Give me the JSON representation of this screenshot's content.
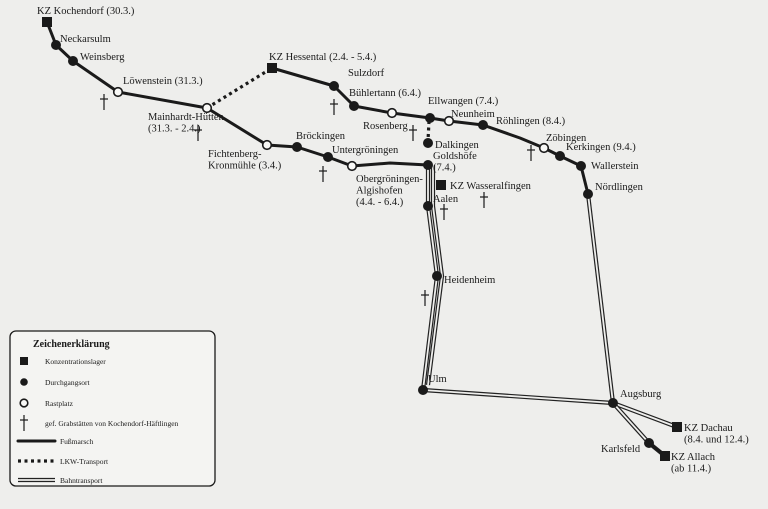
{
  "places": [
    {
      "id": "kochendorf",
      "type": "camp",
      "label": "KZ Kochendorf (30.3.)"
    },
    {
      "id": "neckarsulm",
      "type": "transit",
      "label": "Neckarsulm"
    },
    {
      "id": "weinsberg",
      "type": "transit",
      "label": "Weinsberg"
    },
    {
      "id": "loewenstein",
      "type": "rest",
      "label": "Löwenstein (31.3.)"
    },
    {
      "id": "mainhardt",
      "type": "rest",
      "label": [
        "Mainhardt-Hütten",
        "(31.3. - 2.4.)"
      ]
    },
    {
      "id": "hessental",
      "type": "camp",
      "label": "KZ Hessental (2.4. - 5.4.)"
    },
    {
      "id": "sulzdorf",
      "type": "transit",
      "label": "Sulzdorf"
    },
    {
      "id": "buehlertann",
      "type": "transit",
      "label": "Bühlertann (6.4.)"
    },
    {
      "id": "rosenberg",
      "type": "rest",
      "label": "Rosenberg"
    },
    {
      "id": "dalkingen",
      "type": "transit",
      "label": "Dalkingen"
    },
    {
      "id": "ellwangen",
      "type": "transit",
      "label": "Ellwangen (7.4.)"
    },
    {
      "id": "neunheim",
      "type": "rest",
      "label": "Neunheim"
    },
    {
      "id": "roehlingen",
      "type": "transit",
      "label": "Röhlingen (8.4.)"
    },
    {
      "id": "zoebingen",
      "type": "rest",
      "label": "Zöbingen"
    },
    {
      "id": "kerkingen",
      "type": "transit",
      "label": "Kerkingen (9.4.)"
    },
    {
      "id": "wallerstein",
      "type": "transit",
      "label": "Wallerstein"
    },
    {
      "id": "noerdlingen",
      "type": "transit",
      "label": "Nördlingen"
    },
    {
      "id": "fichtenberg",
      "type": "rest",
      "label": [
        "Fichtenberg-",
        "Kronmühle (3.4.)"
      ]
    },
    {
      "id": "broeckingen",
      "type": "transit",
      "label": "Bröckingen"
    },
    {
      "id": "untergroeningen",
      "type": "transit",
      "label": "Untergröningen"
    },
    {
      "id": "obergroeningen",
      "type": "rest",
      "label": [
        "Obergröningen-",
        "Algishofen",
        "(4.4. - 6.4.)"
      ]
    },
    {
      "id": "goldshoefe",
      "type": "transit",
      "label": [
        "Goldshöfe",
        "(7.4.)"
      ]
    },
    {
      "id": "wasseralfingen",
      "type": "camp",
      "label": "KZ Wasseralfingen"
    },
    {
      "id": "aalen",
      "type": "transit",
      "label": "Aalen"
    },
    {
      "id": "heidenheim",
      "type": "transit",
      "label": "Heidenheim"
    },
    {
      "id": "ulm",
      "type": "transit",
      "label": "Ulm"
    },
    {
      "id": "augsburg",
      "type": "transit",
      "label": "Augsburg"
    },
    {
      "id": "dachau",
      "type": "camp",
      "label": [
        "KZ Dachau",
        "(8.4. und 12.4.)"
      ]
    },
    {
      "id": "karlsfeld",
      "type": "transit",
      "label": "Karlsfeld"
    },
    {
      "id": "allach",
      "type": "camp",
      "label": [
        "KZ Allach",
        "(ab 11.4.)"
      ]
    }
  ],
  "legend": {
    "title": "Zeichenerklärung",
    "items": [
      {
        "symbol": "camp",
        "label": "Konzentrationslager"
      },
      {
        "symbol": "transit",
        "label": "Durchgangsort"
      },
      {
        "symbol": "rest",
        "label": "Rastplatz"
      },
      {
        "symbol": "cross",
        "label": "gef. Grabstätten von Kochendorf-Häftlingen"
      },
      {
        "symbol": "foot",
        "label": "Fußmarsch"
      },
      {
        "symbol": "truck",
        "label": "LKW-Transport"
      },
      {
        "symbol": "rail",
        "label": "Bahntransport"
      }
    ]
  },
  "colors": {
    "background": "#eeeeec",
    "ink": "#1a1a1a"
  }
}
